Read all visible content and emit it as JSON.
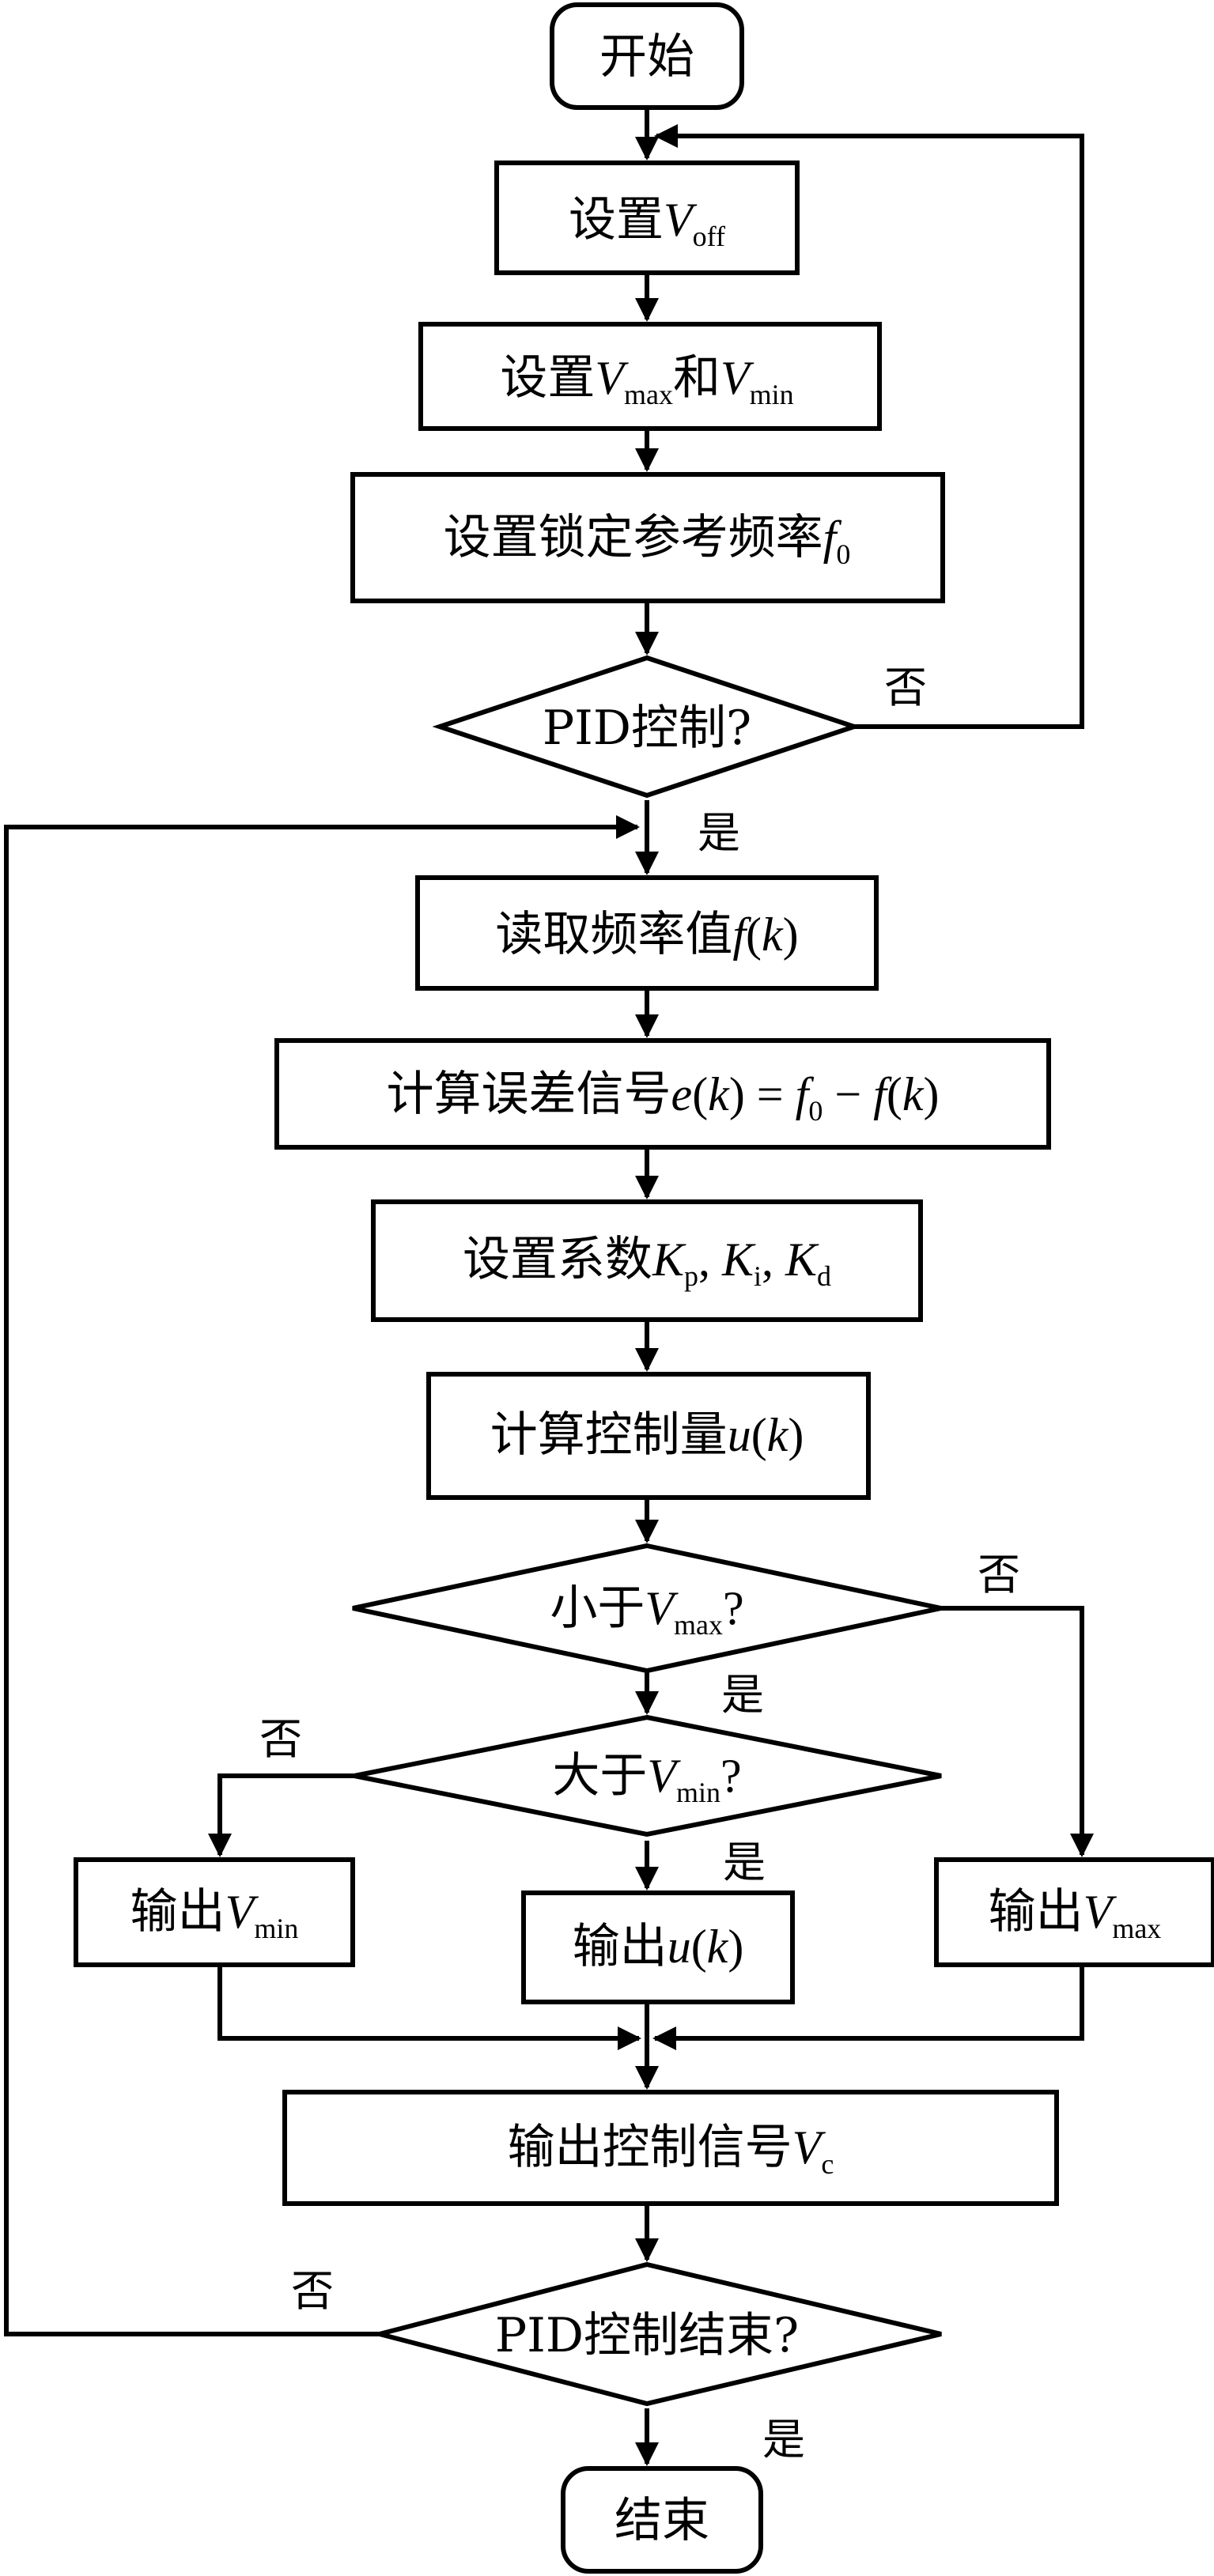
{
  "nodes": {
    "start": "开始",
    "set_voff": "设置Voff",
    "set_vmax_vmin": "设置Vmax和Vmin",
    "set_f0": "设置锁定参考频率f0",
    "pid_control_q": "PID控制?",
    "read_freq": "读取频率值f(k)",
    "calc_error": "计算误差信号e(k) = f0 − f(k)",
    "set_coeffs": "设置系数Kp, Ki, Kd",
    "calc_u": "计算控制量u(k)",
    "less_vmax_q": "小于Vmax?",
    "greater_vmin_q": "大于Vmin?",
    "out_vmin": "输出Vmin",
    "out_u": "输出u(k)",
    "out_vmax": "输出Vmax",
    "out_vc": "输出控制信号Vc",
    "pid_end_q": "PID控制结束?",
    "end": "结束"
  },
  "edge_labels": {
    "pid_no": "否",
    "pid_yes": "是",
    "vmax_no": "否",
    "vmax_yes": "是",
    "vmin_no": "否",
    "vmin_yes": "是",
    "end_no": "否",
    "end_yes": "是"
  }
}
